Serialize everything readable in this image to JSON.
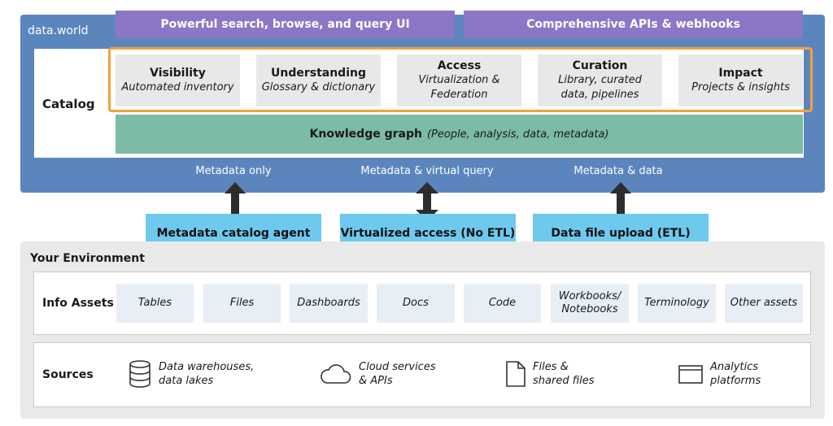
{
  "platform": {
    "brand": "data.world",
    "top_bars": [
      "Powerful search, browse, and query UI",
      "Comprehensive APIs & webhooks"
    ],
    "catalog_label": "Catalog",
    "capabilities": [
      {
        "title": "Visibility",
        "sub": "Automated inventory"
      },
      {
        "title": "Understanding",
        "sub": "Glossary & dictionary"
      },
      {
        "title": "Access",
        "sub": "Virtualization & Federation"
      },
      {
        "title": "Curation",
        "sub": "Library, curated data, pipelines"
      },
      {
        "title": "Impact",
        "sub": "Projects & insights"
      }
    ],
    "knowledge_graph": {
      "title": "Knowledge graph",
      "sub": "(People, analysis, data, metadata)"
    },
    "flows": [
      "Metadata only",
      "Metadata & virtual query",
      "Metadata & data"
    ]
  },
  "connectors": [
    "Metadata catalog agent",
    "Virtualized access (No ETL)",
    "Data file upload  (ETL)"
  ],
  "environment": {
    "title": "Your Environment",
    "info_assets": {
      "label": "Info Assets",
      "items": [
        "Tables",
        "Files",
        "Dashboards",
        "Docs",
        "Code",
        "Workbooks/ Notebooks",
        "Terminology",
        "Other assets"
      ]
    },
    "sources": {
      "label": "Sources",
      "items": [
        {
          "icon": "database-icon",
          "text": "Data warehouses, data lakes"
        },
        {
          "icon": "cloud-icon",
          "text": "Cloud services & APIs"
        },
        {
          "icon": "file-icon",
          "text": "Files & shared files"
        },
        {
          "icon": "window-icon",
          "text": "Analytics platforms"
        }
      ]
    }
  },
  "colors": {
    "platform_blue": "#5b86bd",
    "purple": "#8b77c5",
    "orange_highlight": "#f3a03a",
    "knowledge_green": "#7cbba6",
    "connector_blue": "#6ec9ef",
    "arrow": "#2d2d2d"
  }
}
